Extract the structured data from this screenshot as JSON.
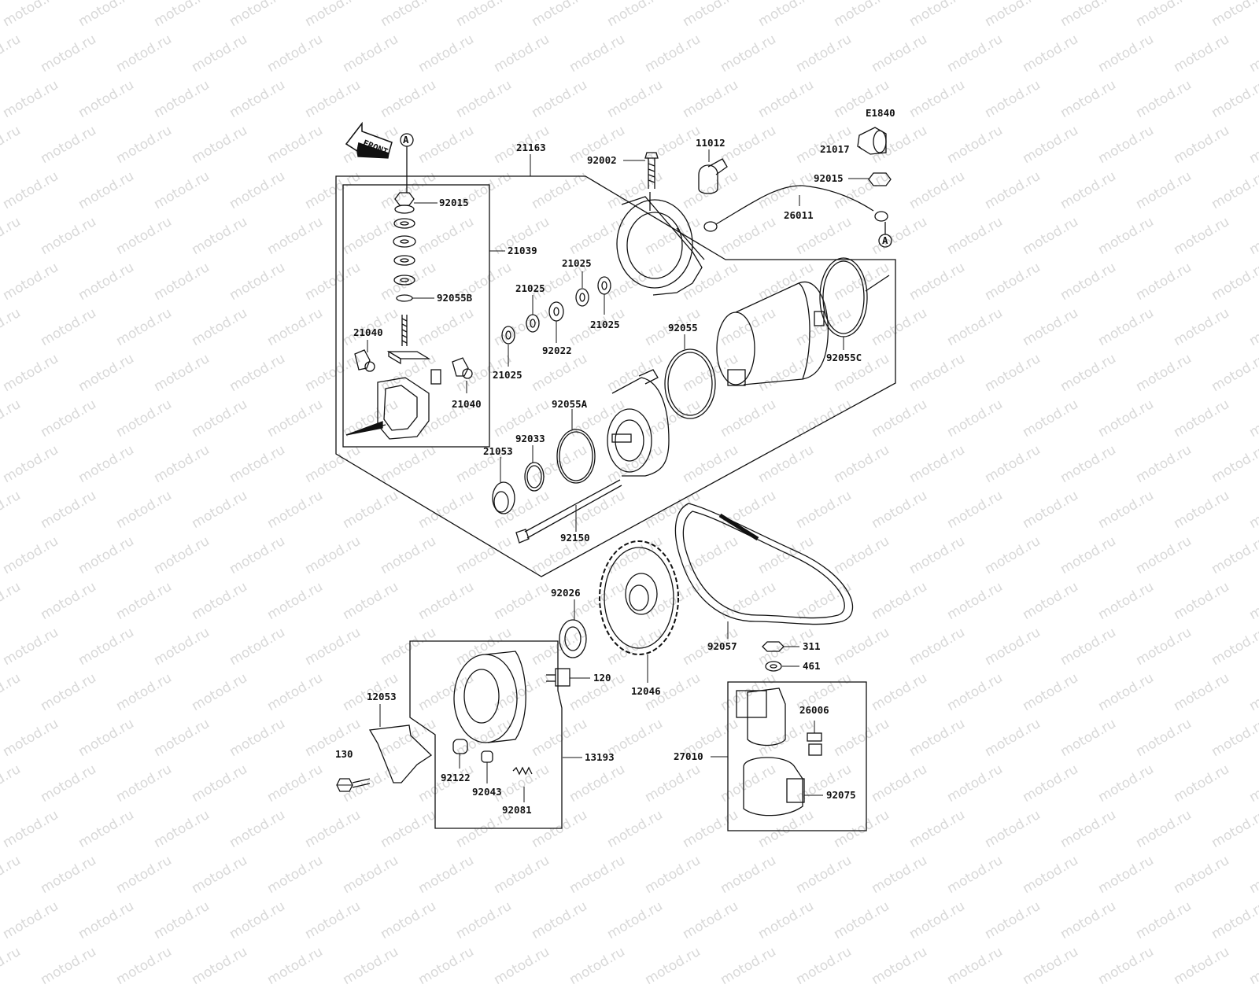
{
  "diagram_code": "E1840",
  "front_label": "FRONT",
  "watermark": "motod.ru",
  "ref_marker": "A",
  "part_numbers": {
    "p21163": "21163",
    "p92002": "92002",
    "p11012": "11012",
    "p21017": "21017",
    "p92015_top": "92015",
    "p92015_nut": "92015",
    "p26011": "26011",
    "p21039": "21039",
    "p92055B": "92055B",
    "p21040_left": "21040",
    "p21040_right": "21040",
    "p21025_a": "21025",
    "p21025_b": "21025",
    "p21025_c": "21025",
    "p21025_d": "21025",
    "p92022": "92022",
    "p92055": "92055",
    "p92055C": "92055C",
    "p92055A": "92055A",
    "p92033": "92033",
    "p21053": "21053",
    "p92150": "92150",
    "p92026": "92026",
    "p92057": "92057",
    "p311": "311",
    "p461": "461",
    "p120": "120",
    "p12046": "12046",
    "p12053": "12053",
    "p130": "130",
    "p13193": "13193",
    "p92122": "92122",
    "p92043": "92043",
    "p92081": "92081",
    "p26006": "26006",
    "p27010": "27010",
    "p92075": "92075"
  }
}
